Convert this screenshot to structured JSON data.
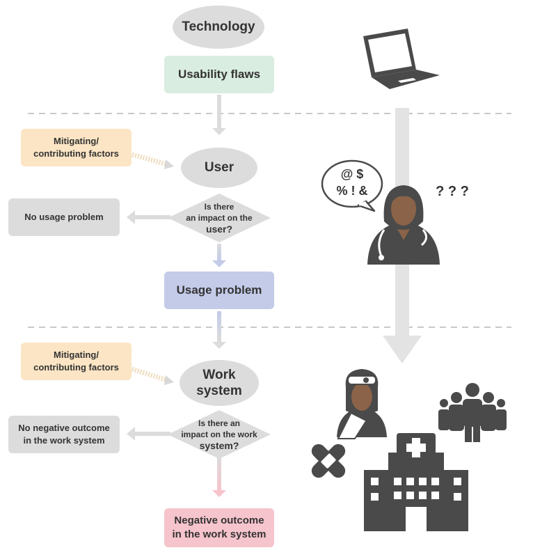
{
  "flow": {
    "technology": "Technology",
    "usability_flaws": "Usability flaws",
    "factors_1_line1": "Mitigating/",
    "factors_1_line2": "contributing factors",
    "user": "User",
    "question_1_line1": "Is there",
    "question_1_line2": "an impact on the",
    "question_1_line3": "user?",
    "no_usage_problem": "No usage problem",
    "usage_problem": "Usage problem",
    "factors_2_line1": "Mitigating/",
    "factors_2_line2": "contributing factors",
    "work_system_line1": "Work",
    "work_system_line2": "system",
    "question_2_line1": "Is there an",
    "question_2_line2": "impact on the work",
    "question_2_line3": "system?",
    "no_negative_line1": "No negative outcome",
    "no_negative_line2": "in the work system",
    "negative_line1": "Negative outcome",
    "negative_line2": "in the work system"
  },
  "illustration": {
    "speech_bubble_line1": "@ $",
    "speech_bubble_line2": "% ! &",
    "question_marks": "? ? ?",
    "icons": [
      "laptop-icon",
      "frustrated-clinician-icon",
      "surgeon-icon",
      "team-icon",
      "bandage-icon",
      "hospital-icon"
    ]
  },
  "colors": {
    "usability_flaws": "#d9ede0",
    "usage_problem": "#c3cbe8",
    "negative_outcome": "#f6c4cc",
    "factor": "#fbe5c4",
    "neutral": "#dcdcdc",
    "icon": "#4a4a4a",
    "skin": "#8a6348"
  }
}
